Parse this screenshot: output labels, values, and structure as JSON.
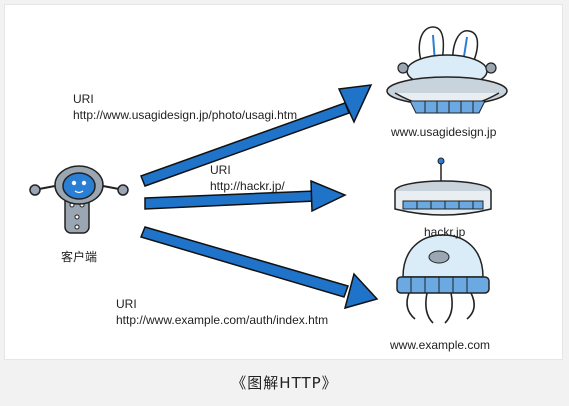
{
  "diagram": {
    "requests": [
      {
        "label": "URI",
        "url": "http://www.usagidesign.jp/photo/usagi.htm"
      },
      {
        "label": "URI",
        "url": "http://hackr.jp/"
      },
      {
        "label": "URI",
        "url": "http://www.example.com/auth/index.htm"
      }
    ],
    "client_label": "客户端",
    "servers": [
      {
        "host": "www.usagidesign.jp"
      },
      {
        "host": "hackr.jp"
      },
      {
        "host": "www.example.com"
      }
    ]
  },
  "caption": "《图解HTTP》",
  "colors": {
    "arrow": "#1f73c9",
    "robot_body": "#9aa6b2",
    "robot_face": "#2a7fd4",
    "ship_dome": "#d9ecf7",
    "ship_body": "#c9d3dc",
    "outline": "#222222"
  }
}
